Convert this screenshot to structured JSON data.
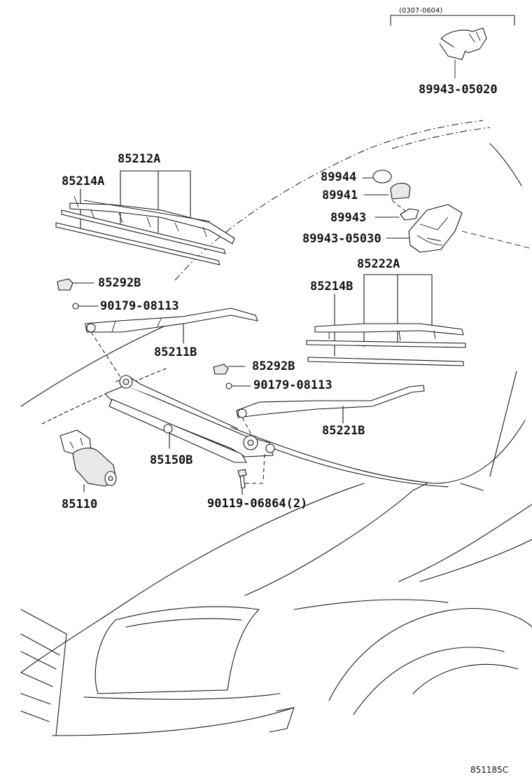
{
  "diagram": {
    "date_range": "(0307-0604)",
    "catalog_code": "851185C",
    "parts": {
      "p_89943_05020": "89943-05020",
      "p_85212A": "85212A",
      "p_85214A": "85214A",
      "p_89944": "89944",
      "p_89941": "89941",
      "p_89943": "89943",
      "p_89943_05030": "89943-05030",
      "p_85222A": "85222A",
      "p_85214B": "85214B",
      "p_85292B_1": "85292B",
      "p_90179_08113_1": "90179-08113",
      "p_85211B": "85211B",
      "p_85292B_2": "85292B",
      "p_90179_08113_2": "90179-08113",
      "p_85221B": "85221B",
      "p_85150B": "85150B",
      "p_85110": "85110",
      "p_90119_06864": "90119-06864(2)"
    }
  }
}
